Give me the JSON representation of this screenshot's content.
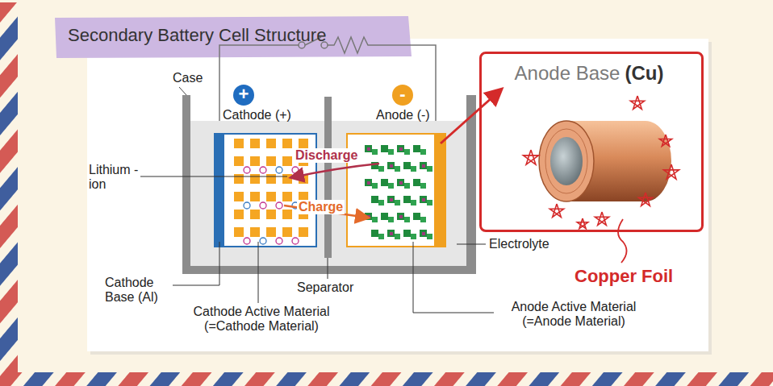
{
  "diagram": {
    "title": "Secondary Battery Cell Structure",
    "nodes": [
      {
        "text": [
          "Anode Base",
          "(Cu)"
        ]
      }
    ],
    "labels": [
      "Case",
      "+",
      "Cathode (+)",
      "-",
      "Anode (-)",
      "Lithium -ion",
      "Discharge",
      "Charge",
      "Electrolyte",
      "Cathode Base (Al)",
      "Separator",
      "Cathode Active Material (=Cathode Material)",
      "Anode Active Material (=Anode Material)",
      "Copper Foil"
    ]
  }
}
